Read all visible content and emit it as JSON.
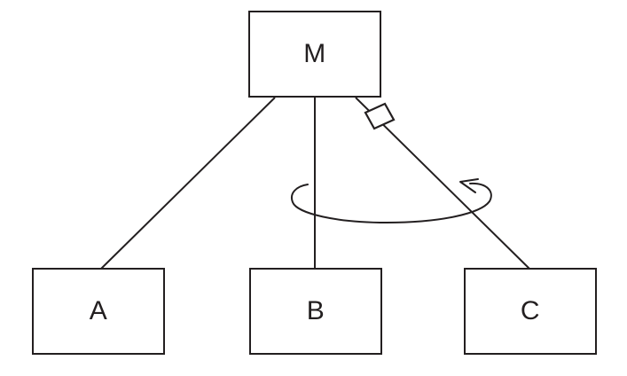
{
  "colors": {
    "stroke": "#231f20",
    "node_fill": "#ffffff",
    "background": "#ffffff"
  },
  "nodes": [
    {
      "id": "M",
      "label": "M"
    },
    {
      "id": "A",
      "label": "A"
    },
    {
      "id": "B",
      "label": "B"
    },
    {
      "id": "C",
      "label": "C"
    }
  ],
  "edges": [
    {
      "from": "M",
      "to": "A",
      "style": "plain-line"
    },
    {
      "from": "M",
      "to": "B",
      "style": "plain-line"
    },
    {
      "from": "M",
      "to": "C",
      "style": "line-with-open-diamond-near-M"
    }
  ],
  "annotations": [
    {
      "name": "rotation-arrow",
      "shape": "elliptical-arc",
      "direction": "counterclockwise",
      "spans": "crosses the M-B and M-C links between M and the bottom row"
    }
  ]
}
